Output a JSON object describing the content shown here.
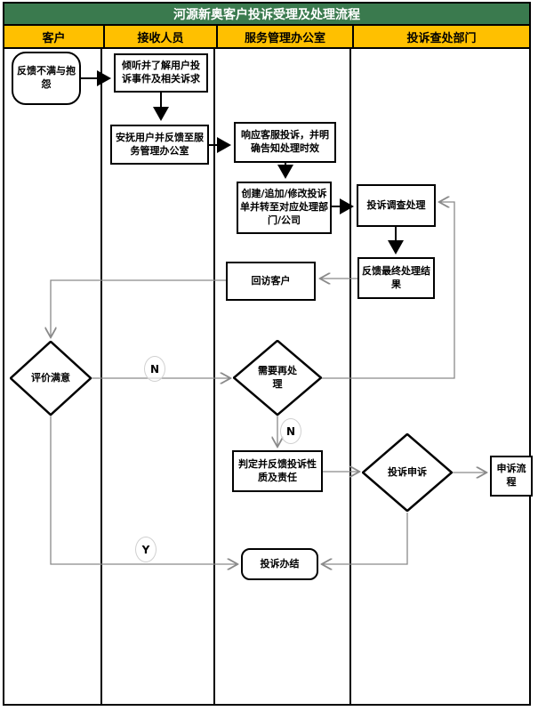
{
  "title": "河源新奥客户投诉受理及处理流程",
  "lanes": [
    {
      "label": "客户"
    },
    {
      "label": "接收人员"
    },
    {
      "label": "服务管理办公室"
    },
    {
      "label": "投诉查处部门"
    }
  ],
  "nodes": {
    "feedback_complaint": {
      "type": "rounded",
      "label": "反馈不满与抱怨"
    },
    "listen_understand": {
      "type": "process",
      "label": "倾听并了解用户投诉事件及相关诉求"
    },
    "soothe_user": {
      "type": "process",
      "label": "安抚用户并反馈至服务管理办公室"
    },
    "respond_complaint": {
      "type": "process",
      "label": "响应客服投诉，并明确告知处理时效"
    },
    "create_ticket": {
      "type": "process",
      "label": "创建/追加/修改投诉单并转至对应处理部门/公司"
    },
    "investigate": {
      "type": "process",
      "label": "投诉调查处理"
    },
    "final_result_feedback": {
      "type": "process",
      "label": "反馈最终处理结果"
    },
    "callback_customer": {
      "type": "process",
      "label": "回访客户"
    },
    "evaluate_satisfied": {
      "type": "decision",
      "label": "评价满意"
    },
    "need_reprocess": {
      "type": "decision",
      "label": "需要再处理"
    },
    "judge_nature": {
      "type": "process",
      "label": "判定并反馈投诉性质及责任"
    },
    "complaint_appeal": {
      "type": "decision",
      "label": "投诉申诉"
    },
    "appeal_flow": {
      "type": "process",
      "label": "申诉流程"
    },
    "complaint_closed": {
      "type": "rounded",
      "label": "投诉办结"
    }
  },
  "edge_labels": {
    "evaluate_no": "N",
    "reprocess_no": "N",
    "evaluate_yes": "Y"
  },
  "colors": {
    "title_bg": "#3A7A4E",
    "title_text": "#FFFFFF",
    "lane_header_bg": "#FFC000",
    "lane_header_text": "#000000",
    "node_border": "#000000",
    "connector_black": "#000000",
    "connector_gray": "#8a8a8a"
  }
}
